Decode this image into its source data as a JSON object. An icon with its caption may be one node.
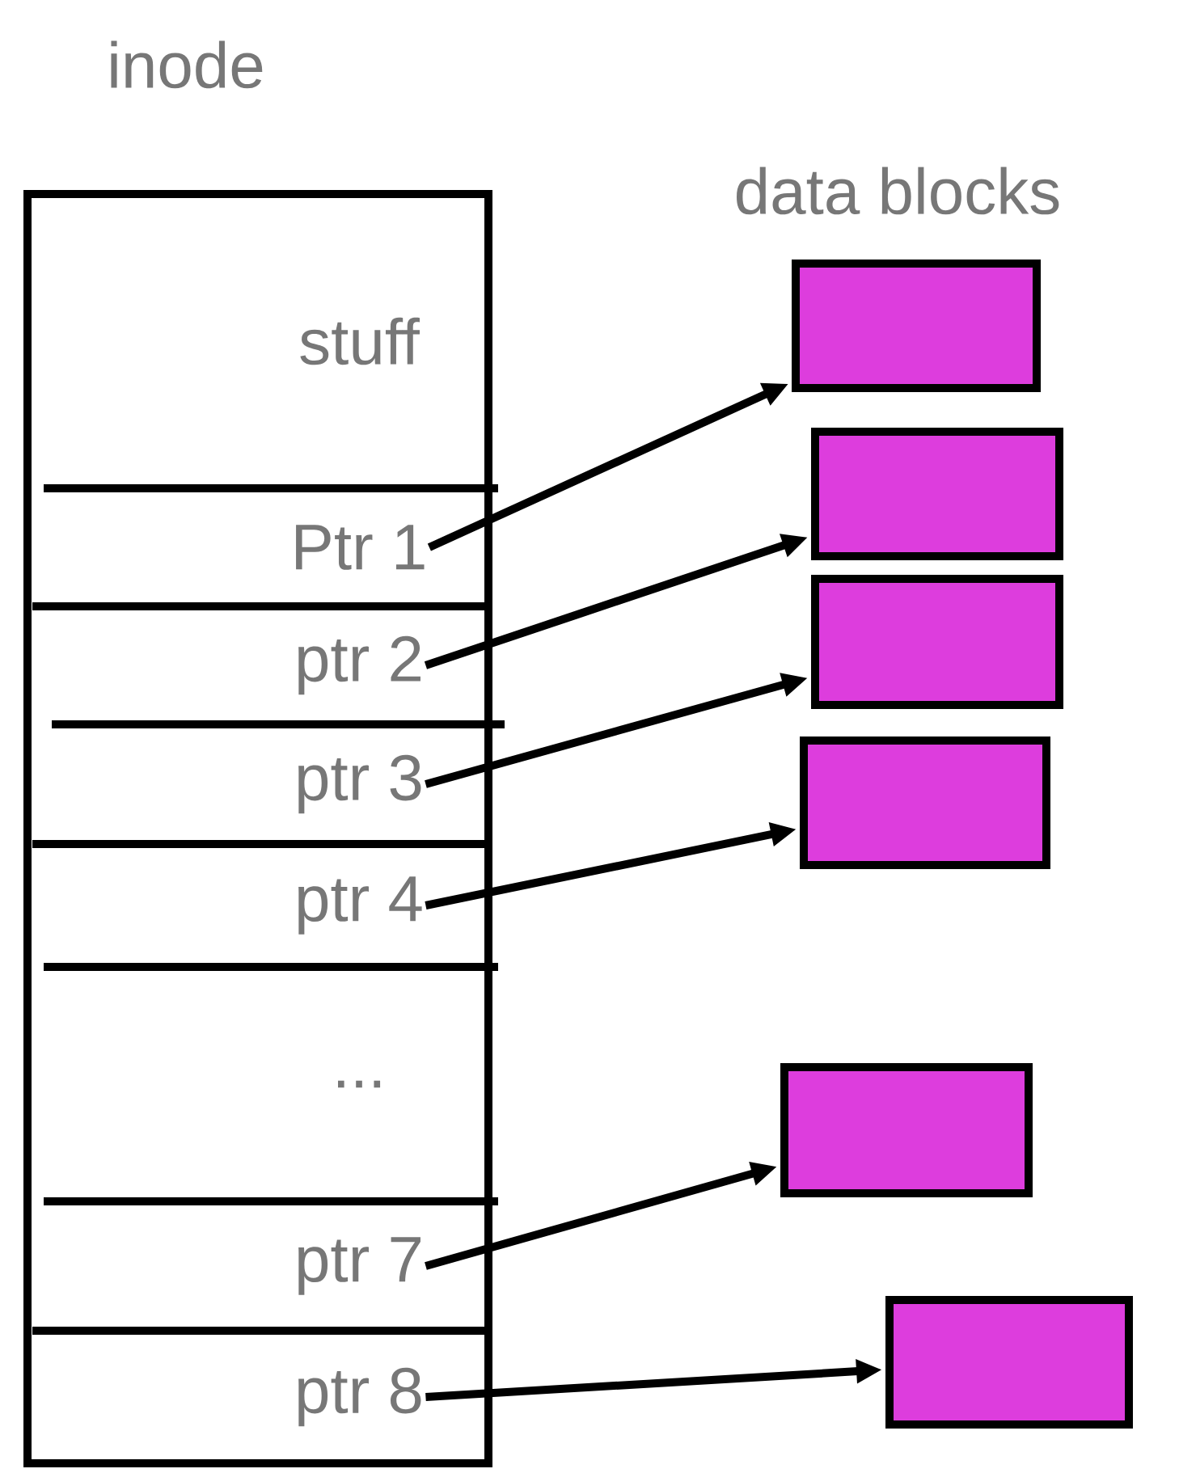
{
  "diagram": {
    "nodes": [
      {
        "text": [
          "inode"
        ]
      },
      {
        "text": [
          "stuff"
        ],
        "in": 0
      },
      {
        "text": [
          "Ptr 1"
        ],
        "in": 0
      },
      {
        "text": [
          "ptr 2"
        ],
        "in": 0
      },
      {
        "text": [
          "ptr 3"
        ],
        "in": 0
      },
      {
        "text": [
          "ptr 4"
        ],
        "in": 0
      },
      {
        "text": [
          "..."
        ],
        "in": 0
      },
      {
        "text": [
          "ptr 7"
        ],
        "in": 0
      },
      {
        "text": [
          "ptr 8"
        ],
        "in": 0
      },
      {
        "text": [],
        "shape": "box"
      },
      {
        "text": [],
        "shape": "box"
      },
      {
        "text": [],
        "shape": "box"
      },
      {
        "text": [],
        "shape": "box"
      },
      {
        "text": [],
        "shape": "box"
      },
      {
        "text": [],
        "shape": "box"
      }
    ],
    "edges": [
      {
        "from": 2,
        "to": 9,
        "arrow": "to"
      },
      {
        "from": 3,
        "to": 10,
        "arrow": "to"
      },
      {
        "from": 4,
        "to": 11,
        "arrow": "to"
      },
      {
        "from": 5,
        "to": 12,
        "arrow": "to"
      },
      {
        "from": 7,
        "to": 13,
        "arrow": "to"
      },
      {
        "from": 8,
        "to": 14,
        "arrow": "to"
      }
    ],
    "labels": [
      "data blocks"
    ]
  }
}
